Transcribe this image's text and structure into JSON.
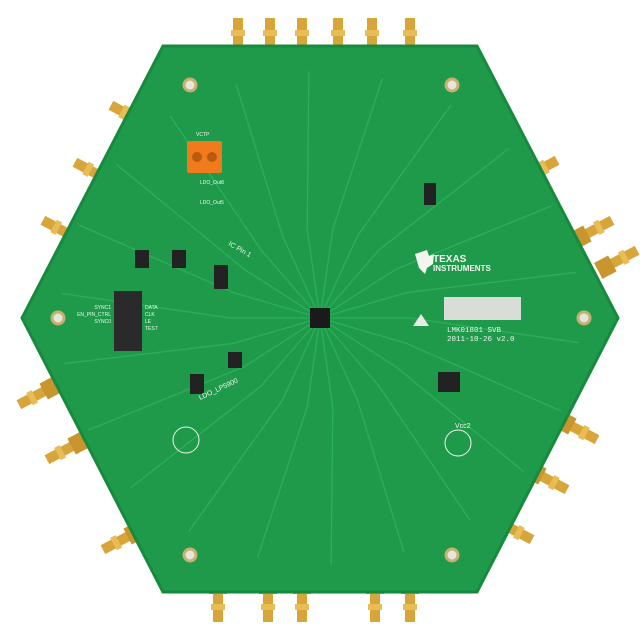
{
  "board": {
    "brand_line1": "TEXAS",
    "brand_line2": "INSTRUMENTS",
    "part_label": "LMK01801 SVB",
    "date_version": "2011-10-26 v2.0",
    "pin1_label": "IC Pin 1",
    "ldo_label": "LDO_LP5900",
    "vcc2_label": "Vcc2",
    "ldo_out8": "LDO_Out8",
    "ldo_out5": "LDO_Out5",
    "vctp_label": "VCTP",
    "header_left": [
      "SYNC1",
      "EN_PIN_CTRL",
      "SYNC0"
    ],
    "header_right": [
      "DATA",
      "CLK",
      "LE",
      "TEST"
    ]
  },
  "colors": {
    "pcb": "#1f9a4a",
    "pcb_edge": "#178a3e",
    "gold": "#d8a53a",
    "terminal_block": "#f07a1c"
  }
}
